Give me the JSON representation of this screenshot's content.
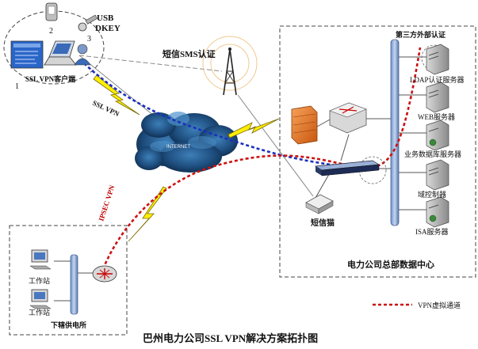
{
  "title": "巴州电力公司SSL VPN解决方案拓扑图",
  "client_group": {
    "label": "SSL VPN客户端",
    "usb_label": "USB",
    "dkey_label": "DKEY",
    "num_1": "1",
    "num_2": "2",
    "num_3": "3"
  },
  "sms": {
    "label": "短信SMS认证"
  },
  "cloud": {
    "label": "INTERNET"
  },
  "links": {
    "ssl_vpn": "SSL VPN",
    "ipsec_vpn": "IPSEC VPN"
  },
  "datacenter": {
    "label": "电力公司总部数据中心",
    "third_party": "第三方外部认证",
    "servers": [
      "LDAP认证服务器",
      "WEB服务器",
      "业务数据库服务器",
      "域控制器",
      "ISA服务器"
    ],
    "sms_modem": "短信猫"
  },
  "substation": {
    "label": "下辖供电所",
    "workstations": [
      "工作站",
      "工作站"
    ]
  },
  "legend": {
    "vpn_tunnel": "VPN虚拟通道"
  },
  "colors": {
    "ssl_line": "#1a2fbf",
    "ipsec_line": "#cc1111",
    "lightning": "#ffee00",
    "firewall": "#e8701a"
  }
}
